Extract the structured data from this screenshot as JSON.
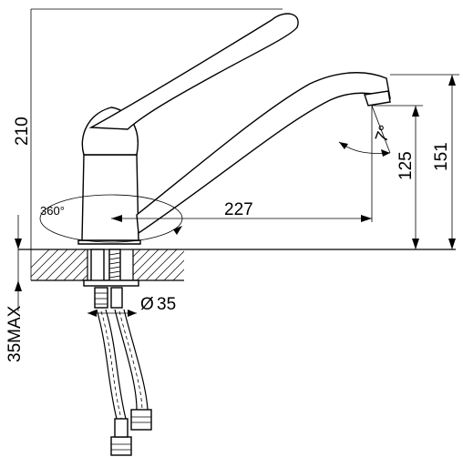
{
  "dimensions": {
    "total_height": "210",
    "spout_reach": "227",
    "spout_height": "151",
    "outlet_height": "125",
    "rotation": "360°",
    "spout_angle": "7°",
    "hole_diameter": "35",
    "diameter_symbol": "Ø",
    "max_thickness": "35MAX"
  }
}
